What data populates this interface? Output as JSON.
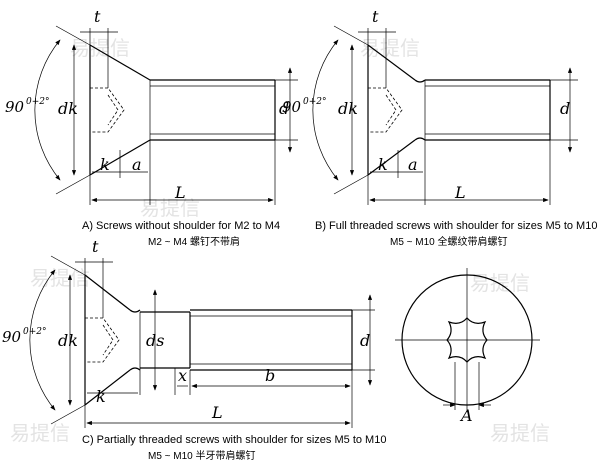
{
  "watermark": "易提信",
  "figures": {
    "a": {
      "caption_en": "A) Screws without shoulder for M2 to M4",
      "caption_zh": "M2 ~ M4 螺钉不带肩",
      "angle_base": "90",
      "angle_tol": "0+2°",
      "labels": {
        "t": "t",
        "dk": "dk",
        "d": "d",
        "k": "k",
        "a": "a",
        "L": "L"
      }
    },
    "b": {
      "caption_en": "B) Full threaded screws with shoulder for sizes M5 to M10",
      "caption_zh": "M5 ~ M10 全螺纹带肩螺钉",
      "angle_base": "90",
      "angle_tol": "0+2°",
      "labels": {
        "t": "t",
        "dk": "dk",
        "d": "d",
        "k": "k",
        "a": "a",
        "L": "L"
      }
    },
    "c": {
      "caption_en": "C) Partially threaded screws with shoulder for sizes M5 to M10",
      "caption_zh": "M5 ~ M10 半牙带肩螺钉",
      "angle_base": "90",
      "angle_tol": "0+2°",
      "labels": {
        "t": "t",
        "dk": "dk",
        "ds": "ds",
        "d": "d",
        "k": "k",
        "x": "x",
        "b": "b",
        "L": "L"
      }
    },
    "d": {
      "labels": {
        "A": "A"
      }
    }
  }
}
